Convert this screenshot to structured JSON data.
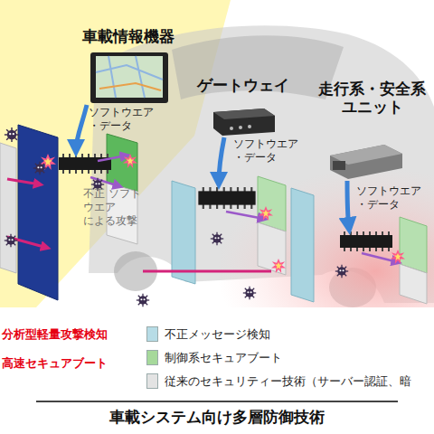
{
  "diagram": {
    "title": "車載システム向け多層防御技術",
    "nodes": [
      {
        "text": [
          "車載情報機器"
        ]
      },
      {
        "text": [
          "ゲートウェイ"
        ]
      },
      {
        "text": [
          "走行系・安全系 ユニット"
        ]
      }
    ],
    "labels": [
      "ソフトウエア ・データ",
      "ソフトウエア ・データ",
      "ソフトウエア ・データ",
      "不正 ソフト ウエア による攻撃"
    ],
    "legend": [
      {
        "text": "分析型軽量攻撃検知"
      },
      {
        "text": "高速セキュアブート"
      },
      {
        "text": "不正メッセージ検知",
        "color": "#b7dce6"
      },
      {
        "text": "制御系セキュアブート",
        "color": "#a6d99b"
      },
      {
        "text": "従来のセキュリティー技術（サーバー認証、暗",
        "color": "#e3e3e3"
      }
    ]
  }
}
